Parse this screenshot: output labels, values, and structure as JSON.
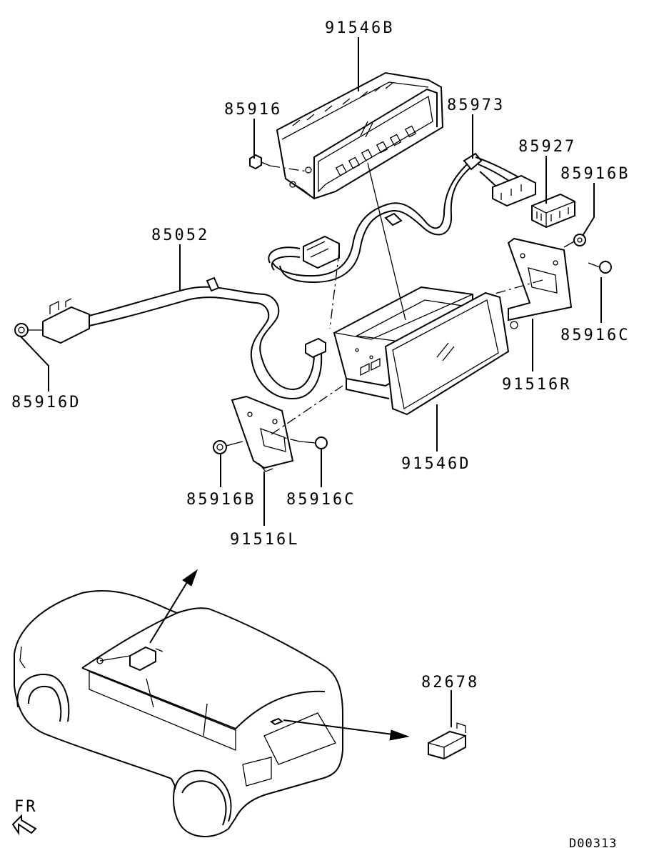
{
  "diagram": {
    "callouts": [
      {
        "id": "c1",
        "text": "91546B"
      },
      {
        "id": "c2",
        "text": "85916"
      },
      {
        "id": "c3",
        "text": "85973"
      },
      {
        "id": "c4",
        "text": "85927"
      },
      {
        "id": "c5",
        "text": "85916B"
      },
      {
        "id": "c6",
        "text": "85052"
      },
      {
        "id": "c7",
        "text": "85916C"
      },
      {
        "id": "c8",
        "text": "85916D"
      },
      {
        "id": "c9",
        "text": "91516R"
      },
      {
        "id": "c10",
        "text": "91546D"
      },
      {
        "id": "c11",
        "text": "85916B"
      },
      {
        "id": "c12",
        "text": "85916C"
      },
      {
        "id": "c13",
        "text": "91516L"
      },
      {
        "id": "c14",
        "text": "82678"
      }
    ],
    "direction_label": "FR",
    "diagram_code": "D00313"
  }
}
